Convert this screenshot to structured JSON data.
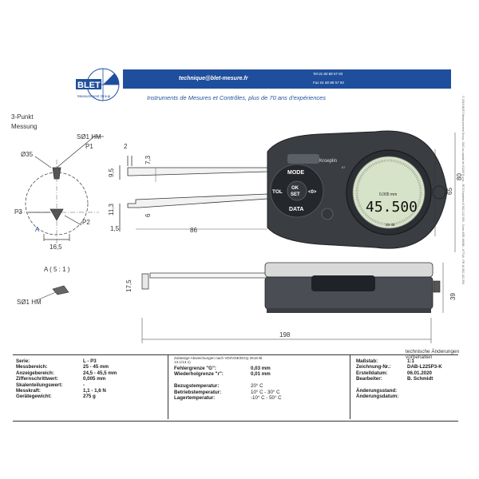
{
  "header": {
    "logo_name": "BLET",
    "logo_sub": "Measurement Group",
    "email": "technique@blet-mesure.fr",
    "tel": "Tel  01 80 88 57 93",
    "fax": "Fax  01 80 88 57 93",
    "tagline": "Instruments de Mesures et Contrôles, plus de 70 ans d'expériences"
  },
  "side_note": "© 2016 BLET Measurement Group. SAS au capital de 61200 Euros - RCS Nanterre B 582 132 593 - Code APE 4669B - N°TVA : FR 16 582 132 593",
  "drawing": {
    "title_line1": "3-Punkt",
    "title_line2": "Messung",
    "labels": {
      "s01hm_top": "SØ1 HM",
      "p1": "P1",
      "d35": "Ø35",
      "p3": "P3",
      "p2": "P2",
      "a": "A",
      "w16_5": "16,5",
      "detail": "A ( 5 : 1 )",
      "s01hm_detail": "SØ1 HM"
    },
    "dimensions": {
      "d2": "2",
      "d7_3": "7,3",
      "d9_5": "9,5",
      "d11_3": "11,3",
      "d6": "6",
      "d1_5": "1,5",
      "d86": "86",
      "d65": "65",
      "d80": "80",
      "d17_5": "17,5",
      "d39": "39",
      "d198": "198"
    },
    "device": {
      "brand": "Kroeplin",
      "ip": "67",
      "btn_mode": "MODE",
      "btn_tol": "TOL",
      "btn_ok": "OK",
      "btn_set": "SET",
      "btn_zero": "<0>",
      "btn_data": "DATA",
      "display_small": "0.005 mm",
      "display_value": "45.500",
      "display_range": "25-45"
    }
  },
  "revision_note": "technische Änderungen vorbehalten",
  "table": {
    "col1": [
      {
        "label": "Serie:",
        "value": "L - P3"
      },
      {
        "label": "Messbereich:",
        "value": "25 - 45 mm"
      },
      {
        "label": "Anzeigebereich:",
        "value": "24,5 - 45,5 mm"
      },
      {
        "label": "Ziffernschrittwert:",
        "value": "0,005 mm"
      },
      {
        "label": "Skalenteilungswert:",
        "value": "-"
      },
      {
        "label": "Messkraft:",
        "value": "1,1 - 1,6 N"
      },
      {
        "label": "Gerätegewicht:",
        "value": "275 g"
      }
    ],
    "col2_note": "Zulässige Abweichungen nach VDI/VDE/DGQ 2618 Bl. 13.1/13.1)",
    "col2": [
      {
        "label": "Fehlergrenze \"G\":",
        "value": "0,03 mm"
      },
      {
        "label": "Wiederholgrenze \"r\":",
        "value": "0,01 mm"
      },
      {
        "label": "",
        "value": ""
      },
      {
        "label": "Bezugstemperatur:",
        "value": "20° C"
      },
      {
        "label": "Betriebstemperatur:",
        "value": "10° C - 30° C"
      },
      {
        "label": "Lagertemperatur:",
        "value": "-10° C - 50° C"
      }
    ],
    "col3": [
      {
        "label": "Maßstab:",
        "value": "1:1"
      },
      {
        "label": "Zeichnung-Nr.:",
        "value": "DAB-L225P3-K"
      },
      {
        "label": "Erstelldatum:",
        "value": "06.01.2020"
      },
      {
        "label": "Bearbeiter:",
        "value": "B. Schmidt"
      },
      {
        "label": "",
        "value": ""
      },
      {
        "label": "Änderungsstand:",
        "value": ""
      },
      {
        "label": "Änderungsdatum:",
        "value": ""
      }
    ]
  }
}
